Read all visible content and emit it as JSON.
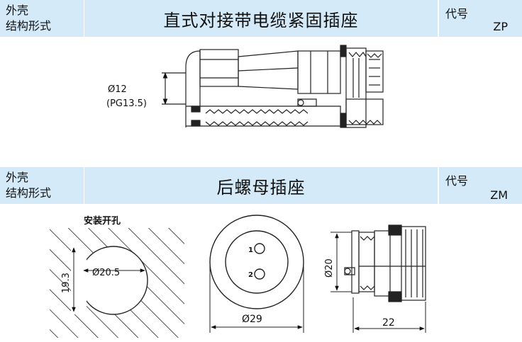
{
  "section1": {
    "shell_label_line1": "外壳",
    "shell_label_line2": "结构形式",
    "title": "直式对接带电缆紧固插座",
    "code_label": "代号",
    "code_value": "ZP",
    "dim_diameter": "Ø12",
    "dim_thread": "(PG13.5)"
  },
  "section2": {
    "shell_label_line1": "外壳",
    "shell_label_line2": "结构形式",
    "title": "后螺母插座",
    "code_label": "代号",
    "code_value": "ZM",
    "cutout_title": "安装开孔",
    "cutout_diameter": "Ø20.5",
    "cutout_flat": "19.3",
    "face_diameter": "Ø29",
    "pin1": "1",
    "pin2": "2",
    "side_diameter": "Ø20",
    "side_length": "22"
  }
}
